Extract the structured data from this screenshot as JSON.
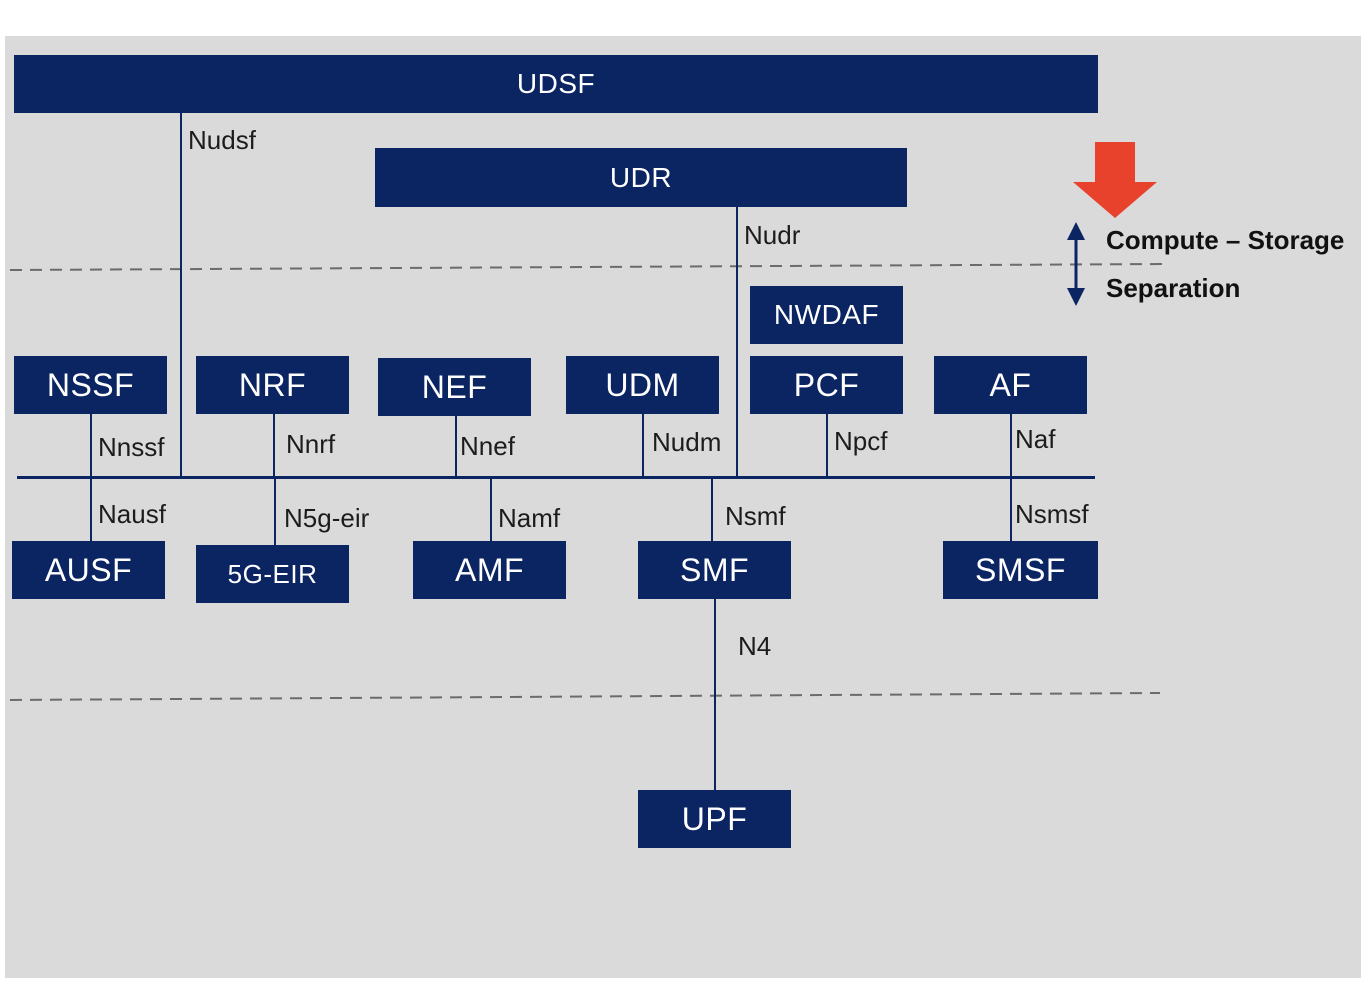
{
  "functions": {
    "udsf": "UDSF",
    "udr": "UDR",
    "nwdaf": "NWDAF",
    "nssf": "NSSF",
    "nrf": "NRF",
    "nef": "NEF",
    "udm": "UDM",
    "pcf": "PCF",
    "af": "AF",
    "ausf": "AUSF",
    "eir": "5G-EIR",
    "amf": "AMF",
    "smf": "SMF",
    "smsf": "SMSF",
    "upf": "UPF"
  },
  "interfaces": {
    "nudsf": "Nudsf",
    "nudr": "Nudr",
    "nnssf": "Nnssf",
    "nnrf": "Nnrf",
    "nnef": "Nnef",
    "nudm": "Nudm",
    "npcf": "Npcf",
    "naf": "Naf",
    "nausf": "Nausf",
    "n5geir": "N5g-eir",
    "namf": "Namf",
    "nsmf": "Nsmf",
    "nsmsf": "Nsmsf",
    "n4": "N4"
  },
  "separation": {
    "line1": "Compute – Storage",
    "line2": "Separation"
  },
  "colors": {
    "box": "#0b2462",
    "background": "#dadada",
    "arrow": "#e8412c"
  }
}
